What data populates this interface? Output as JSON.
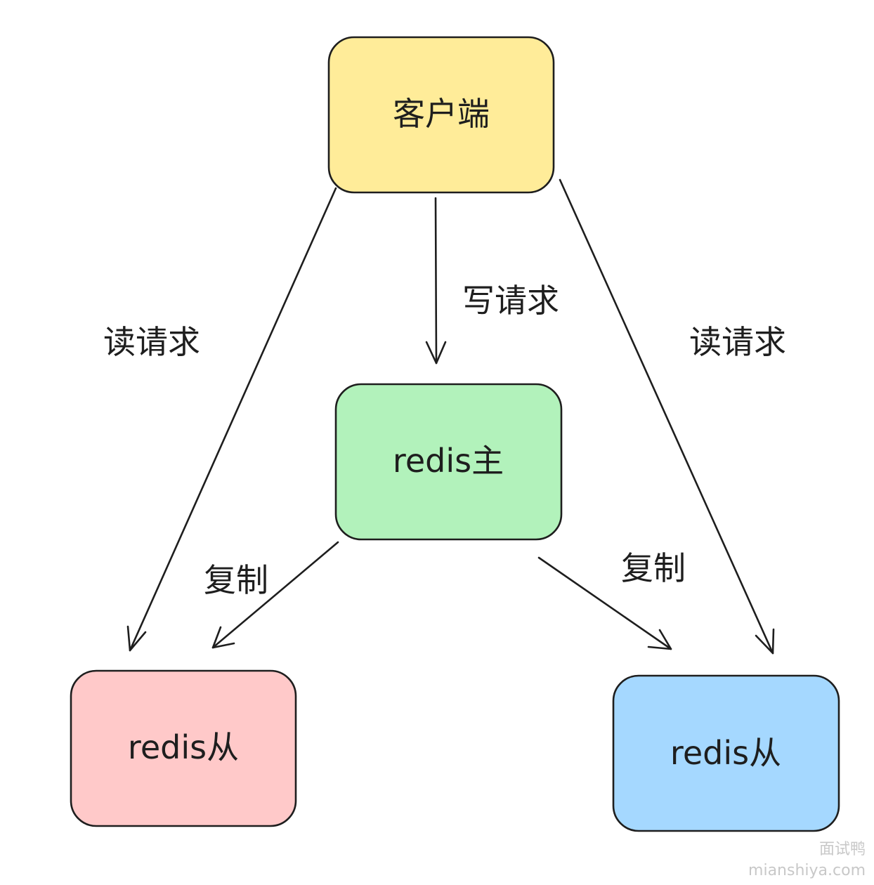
{
  "diagram": {
    "nodes": {
      "client": {
        "label": "客户端",
        "fill": "#ffec99"
      },
      "master": {
        "label": "redis主",
        "fill": "#b2f2bb"
      },
      "slave_left": {
        "label": "redis从",
        "fill": "#ffc9c9"
      },
      "slave_right": {
        "label": "redis从",
        "fill": "#a5d8ff"
      }
    },
    "edges": {
      "write": {
        "label": "写请求",
        "from": "client",
        "to": "master"
      },
      "read_left": {
        "label": "读请求",
        "from": "client",
        "to": "slave_left"
      },
      "read_right": {
        "label": "读请求",
        "from": "client",
        "to": "slave_right"
      },
      "copy_left": {
        "label": "复制",
        "from": "master",
        "to": "slave_left"
      },
      "copy_right": {
        "label": "复制",
        "from": "master",
        "to": "slave_right"
      }
    },
    "stroke_color": "#1e1e1e"
  },
  "watermark": {
    "line1": "面试鸭",
    "line2": "mianshiya.com"
  }
}
